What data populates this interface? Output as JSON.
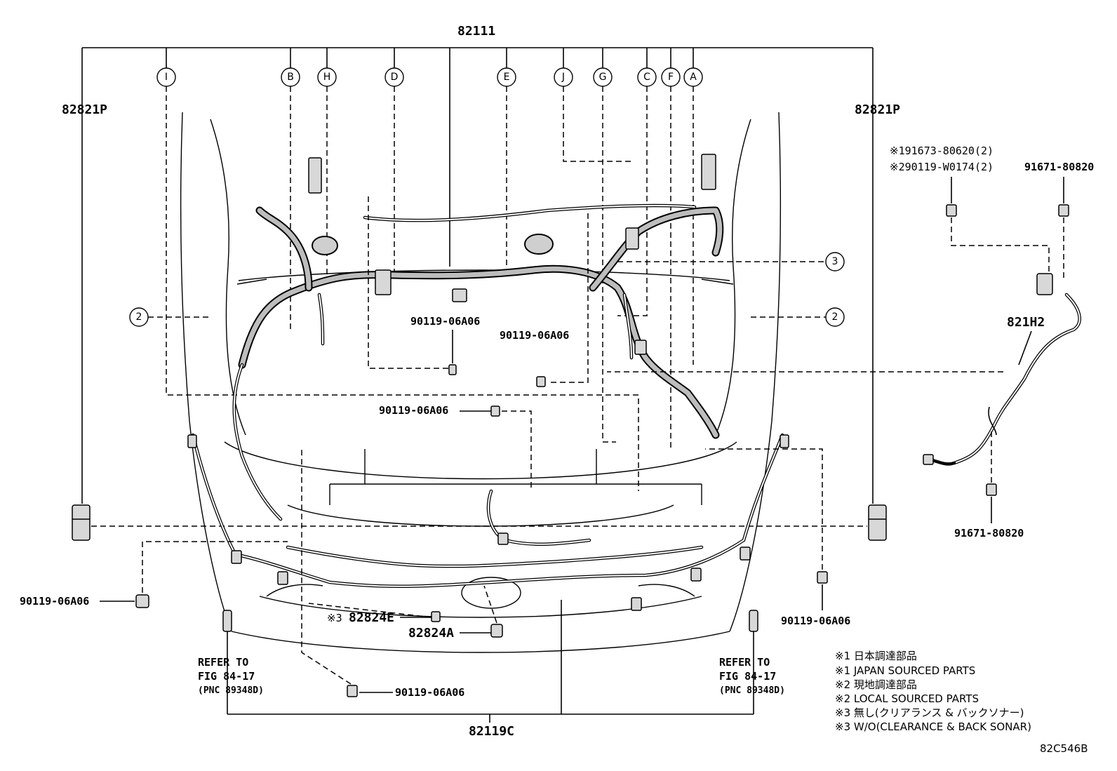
{
  "diagram_id": "82C546B",
  "part_numbers": {
    "main_harness": "82111",
    "left_clip": "82821P",
    "right_clip": "82821P",
    "bracket": "821H2",
    "bumper_harness": "82119C",
    "sensor_clip_e": "82824E",
    "sensor_clip_a": "82824A",
    "bolt": "90119-06A06",
    "bracket_bolt": "91671-80820",
    "bracket_bolt_lower": "91671-80820"
  },
  "bracket_fasteners": {
    "line1": "※191673-80620(2)",
    "line2": "※290119-W0174(2)"
  },
  "sensor_clip_note_mark": "※3",
  "callouts": [
    "I",
    "B",
    "H",
    "D",
    "E",
    "J",
    "G",
    "C",
    "F",
    "A"
  ],
  "number_callouts": [
    "2",
    "3",
    "2"
  ],
  "refer_left": [
    "REFER TO",
    "FIG 84-17",
    "(PNC 89348D)"
  ],
  "refer_right": [
    "REFER TO",
    "FIG 84-17",
    "(PNC 89348D)"
  ],
  "notes": [
    "※1 日本調達部品",
    "※1 JAPAN SOURCED PARTS",
    "※2 現地調達部品",
    "※2 LOCAL SOURCED PARTS",
    "※3 無し(クリアランス & バックソナー)",
    "※3 W/O(CLEARANCE & BACK SONAR)"
  ]
}
